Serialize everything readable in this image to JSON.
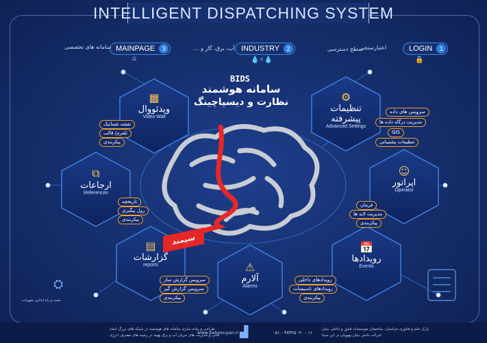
{
  "header": {
    "title": "INTELLIGENT DISPATCHING SYSTEM"
  },
  "nav": [
    {
      "label": "LOGIN",
      "num": "1"
    },
    {
      "label": "INDUSTRY",
      "num": "2"
    },
    {
      "label": "MAINPAGE",
      "num": "3"
    }
  ],
  "nav_notes": {
    "login_a": "اعتبارسنجی",
    "login_b": "سطح دسترسی",
    "industry": "آب، برق، گاز و ...",
    "mainpage": "سامانه های تخصصی"
  },
  "center": {
    "brand": "BIDS",
    "line1": "سامانه هوشمند",
    "line2": "نظارت و دیسپاچینگ",
    "sign": "سیمند"
  },
  "nodes": {
    "videowall": {
      "fa": "ویدئووال",
      "en": "Video Wall",
      "tags": [
        "نقشه شماتیک",
        "تلفرم/ قالب",
        "پیکربندی"
      ]
    },
    "advanced": {
      "fa": "تنظیمات پیشرفته",
      "en": "Advanced Settings",
      "tags": [
        "سرویس های داده",
        "مدیریت درگاه داده ها",
        "GIS",
        "تنظیمات پشتیبانی"
      ]
    },
    "references": {
      "fa": "ارجاعات",
      "en": "References",
      "tags": [
        "تاریخچه",
        "رول پیگیری",
        "پیکربندی"
      ]
    },
    "operator": {
      "fa": "اپراتور",
      "en": "Operator",
      "tags": [
        "فرمان",
        "مدیریت لایه ها",
        "پیکربندی"
      ]
    },
    "reports": {
      "fa": "گزارشات",
      "en": "reports",
      "tags": [
        "سرویس گزارش ساز",
        "سرویس گزارش گیر",
        "پیکربندی"
      ]
    },
    "alarms": {
      "fa": "آلارم",
      "en": "Alarms"
    },
    "events": {
      "fa": "رویدادها",
      "en": "Events",
      "tags": [
        "رویدادهای داخلی",
        "رویدادهای تاسیسات",
        "پیکربندی"
      ]
    }
  },
  "footer": {
    "left1": "طراحی و پیاده سازی سامانه های هوشمند در شبکه های بزرگ ایجاد",
    "left2": "مانی و مدیریت های جریان آب و برق بهینه در زمینه های مصرف انرژی",
    "website": "www.behpouyan.ir",
    "phone": "۰۵۱ - ۳۸۳۲۵۰۹۰ - ۱۱",
    "right1": "پارک علم و فناوری خراسان، ساختمان موسسات فناور و داخلی بنیان",
    "right2": "شرکت دانش بنیان بهپویان در ابن سینا"
  },
  "side_caption": "نصب و راه اندازی تجهیزات"
}
